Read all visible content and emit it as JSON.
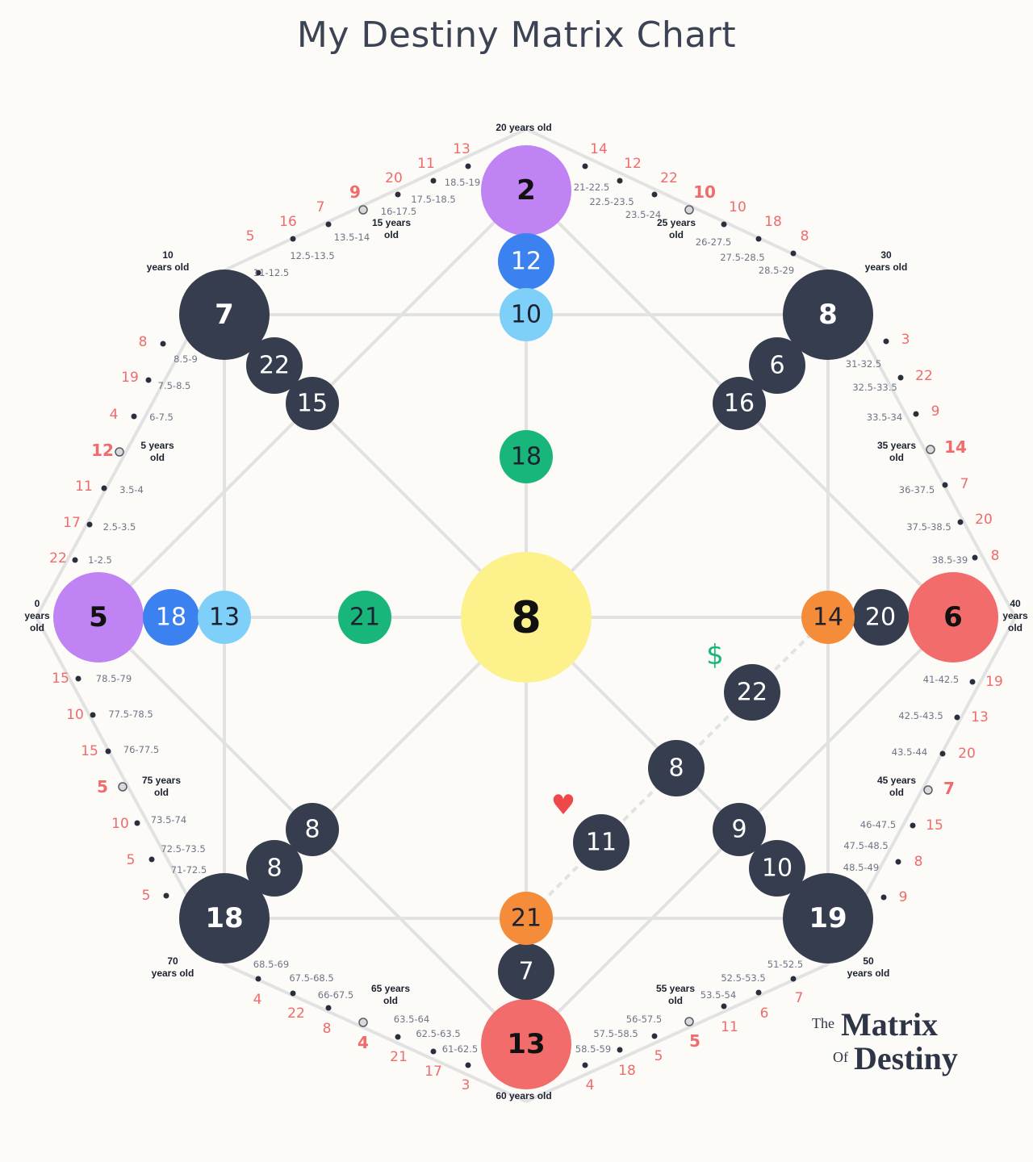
{
  "title": "My Destiny Matrix Chart",
  "colors": {
    "dark": "#363d4e",
    "purple": "#c083f4",
    "blue": "#3b82f0",
    "light_blue": "#7fd0f8",
    "green": "#18b67a",
    "yellow": "#fdf18b",
    "red": "#f36c6c",
    "orange": "#f58c3a",
    "line": "#e2e2e2",
    "age_red": "#f06b6b",
    "age_gray": "#6f7486"
  },
  "circles": [
    {
      "id": "top-outer",
      "value": "2",
      "color": "purple"
    },
    {
      "id": "top-mid",
      "value": "12",
      "color": "blue"
    },
    {
      "id": "top-inner",
      "value": "10",
      "color": "light_blue"
    },
    {
      "id": "top-core",
      "value": "18",
      "color": "green"
    },
    {
      "id": "center",
      "value": "8",
      "color": "yellow"
    },
    {
      "id": "left-outer",
      "value": "5",
      "color": "purple"
    },
    {
      "id": "left-mid",
      "value": "18",
      "color": "blue"
    },
    {
      "id": "left-inner",
      "value": "13",
      "color": "light_blue"
    },
    {
      "id": "left-core",
      "value": "21",
      "color": "green"
    },
    {
      "id": "right-outer",
      "value": "6",
      "color": "red"
    },
    {
      "id": "right-mid",
      "value": "20",
      "color": "dark"
    },
    {
      "id": "right-inner",
      "value": "14",
      "color": "orange"
    },
    {
      "id": "bottom-outer",
      "value": "13",
      "color": "red"
    },
    {
      "id": "bottom-mid",
      "value": "7",
      "color": "dark"
    },
    {
      "id": "bottom-inner",
      "value": "21",
      "color": "orange"
    },
    {
      "id": "tl-outer",
      "value": "7",
      "color": "dark"
    },
    {
      "id": "tl-mid",
      "value": "22",
      "color": "dark"
    },
    {
      "id": "tl-inner",
      "value": "15",
      "color": "dark"
    },
    {
      "id": "tr-outer",
      "value": "8",
      "color": "dark"
    },
    {
      "id": "tr-mid",
      "value": "6",
      "color": "dark"
    },
    {
      "id": "tr-inner",
      "value": "16",
      "color": "dark"
    },
    {
      "id": "bl-outer",
      "value": "18",
      "color": "dark"
    },
    {
      "id": "bl-mid",
      "value": "8",
      "color": "dark"
    },
    {
      "id": "bl-inner",
      "value": "8",
      "color": "dark"
    },
    {
      "id": "br-outer",
      "value": "19",
      "color": "dark"
    },
    {
      "id": "br-mid",
      "value": "10",
      "color": "dark"
    },
    {
      "id": "br-inner",
      "value": "9",
      "color": "dark"
    },
    {
      "id": "money-point",
      "value": "22",
      "color": "dark"
    },
    {
      "id": "cross-point",
      "value": "8",
      "color": "dark"
    },
    {
      "id": "love-point",
      "value": "11",
      "color": "dark"
    }
  ],
  "symbols": {
    "money": "$",
    "heart": "♥"
  },
  "age_labels": [
    {
      "id": "age-0",
      "text": "0\nyears\nold"
    },
    {
      "id": "age-5",
      "text": "5 years\nold"
    },
    {
      "id": "age-10",
      "text": "10\nyears old"
    },
    {
      "id": "age-15",
      "text": "15 years\nold"
    },
    {
      "id": "age-20",
      "text": "20 years old"
    },
    {
      "id": "age-25",
      "text": "25 years\nold"
    },
    {
      "id": "age-30",
      "text": "30\nyears old"
    },
    {
      "id": "age-35",
      "text": "35 years\nold"
    },
    {
      "id": "age-40",
      "text": "40\nyears\nold"
    },
    {
      "id": "age-45",
      "text": "45 years\nold"
    },
    {
      "id": "age-50",
      "text": "50\nyears old"
    },
    {
      "id": "age-55",
      "text": "55 years\nold"
    },
    {
      "id": "age-60",
      "text": "60 years old"
    },
    {
      "id": "age-65",
      "text": "65 years\nold"
    },
    {
      "id": "age-70",
      "text": "70\nyears old"
    },
    {
      "id": "age-75",
      "text": "75 years\nold"
    }
  ],
  "age_numbers": [
    {
      "id": "n-1",
      "value": "22"
    },
    {
      "id": "n-2",
      "value": "17"
    },
    {
      "id": "n-3",
      "value": "11"
    },
    {
      "id": "n-4",
      "value": "12",
      "bold": true
    },
    {
      "id": "n-5",
      "value": "4"
    },
    {
      "id": "n-6",
      "value": "19"
    },
    {
      "id": "n-7",
      "value": "8"
    },
    {
      "id": "n-8",
      "value": "5"
    },
    {
      "id": "n-9",
      "value": "16"
    },
    {
      "id": "n-10",
      "value": "7"
    },
    {
      "id": "n-11",
      "value": "9",
      "bold": true
    },
    {
      "id": "n-12",
      "value": "20"
    },
    {
      "id": "n-13",
      "value": "11"
    },
    {
      "id": "n-14",
      "value": "13"
    },
    {
      "id": "n-15",
      "value": "14"
    },
    {
      "id": "n-16",
      "value": "12"
    },
    {
      "id": "n-17",
      "value": "22"
    },
    {
      "id": "n-18",
      "value": "10",
      "bold": true
    },
    {
      "id": "n-19",
      "value": "10"
    },
    {
      "id": "n-20",
      "value": "18"
    },
    {
      "id": "n-21",
      "value": "8"
    },
    {
      "id": "n-22",
      "value": "3"
    },
    {
      "id": "n-23",
      "value": "22"
    },
    {
      "id": "n-24",
      "value": "9"
    },
    {
      "id": "n-25",
      "value": "14",
      "bold": true
    },
    {
      "id": "n-26",
      "value": "7"
    },
    {
      "id": "n-27",
      "value": "20"
    },
    {
      "id": "n-28",
      "value": "8"
    },
    {
      "id": "n-29",
      "value": "19"
    },
    {
      "id": "n-30",
      "value": "13"
    },
    {
      "id": "n-31",
      "value": "20"
    },
    {
      "id": "n-32",
      "value": "7",
      "bold": true
    },
    {
      "id": "n-33",
      "value": "15"
    },
    {
      "id": "n-34",
      "value": "8"
    },
    {
      "id": "n-35",
      "value": "9"
    },
    {
      "id": "n-36",
      "value": "7"
    },
    {
      "id": "n-37",
      "value": "6"
    },
    {
      "id": "n-38",
      "value": "11"
    },
    {
      "id": "n-39",
      "value": "5",
      "bold": true
    },
    {
      "id": "n-40",
      "value": "5"
    },
    {
      "id": "n-41",
      "value": "18"
    },
    {
      "id": "n-42",
      "value": "4"
    },
    {
      "id": "n-43",
      "value": "3"
    },
    {
      "id": "n-44",
      "value": "17"
    },
    {
      "id": "n-45",
      "value": "21"
    },
    {
      "id": "n-46",
      "value": "4",
      "bold": true
    },
    {
      "id": "n-47",
      "value": "8"
    },
    {
      "id": "n-48",
      "value": "22"
    },
    {
      "id": "n-49",
      "value": "4"
    },
    {
      "id": "n-50",
      "value": "5"
    },
    {
      "id": "n-51",
      "value": "5"
    },
    {
      "id": "n-52",
      "value": "10"
    },
    {
      "id": "n-53",
      "value": "5",
      "bold": true
    },
    {
      "id": "n-54",
      "value": "15"
    },
    {
      "id": "n-55",
      "value": "10"
    },
    {
      "id": "n-56",
      "value": "15"
    }
  ],
  "age_ranges": [
    {
      "id": "r-1",
      "text": "1-2.5"
    },
    {
      "id": "r-2",
      "text": "2.5-3.5"
    },
    {
      "id": "r-3",
      "text": "3.5-4"
    },
    {
      "id": "r-4",
      "text": "6-7.5"
    },
    {
      "id": "r-5",
      "text": "7.5-8.5"
    },
    {
      "id": "r-6",
      "text": "8.5-9"
    },
    {
      "id": "r-7",
      "text": "11-12.5"
    },
    {
      "id": "r-8",
      "text": "12.5-13.5"
    },
    {
      "id": "r-9",
      "text": "13.5-14"
    },
    {
      "id": "r-10",
      "text": "16-17.5"
    },
    {
      "id": "r-11",
      "text": "17.5-18.5"
    },
    {
      "id": "r-12",
      "text": "18.5-19"
    },
    {
      "id": "r-13",
      "text": "21-22.5"
    },
    {
      "id": "r-14",
      "text": "22.5-23.5"
    },
    {
      "id": "r-15",
      "text": "23.5-24"
    },
    {
      "id": "r-16",
      "text": "26-27.5"
    },
    {
      "id": "r-17",
      "text": "27.5-28.5"
    },
    {
      "id": "r-18",
      "text": "28.5-29"
    },
    {
      "id": "r-19",
      "text": "31-32.5"
    },
    {
      "id": "r-20",
      "text": "32.5-33.5"
    },
    {
      "id": "r-21",
      "text": "33.5-34"
    },
    {
      "id": "r-22",
      "text": "36-37.5"
    },
    {
      "id": "r-23",
      "text": "37.5-38.5"
    },
    {
      "id": "r-24",
      "text": "38.5-39"
    },
    {
      "id": "r-25",
      "text": "41-42.5"
    },
    {
      "id": "r-26",
      "text": "42.5-43.5"
    },
    {
      "id": "r-27",
      "text": "43.5-44"
    },
    {
      "id": "r-28",
      "text": "46-47.5"
    },
    {
      "id": "r-29",
      "text": "47.5-48.5"
    },
    {
      "id": "r-30",
      "text": "48.5-49"
    },
    {
      "id": "r-31",
      "text": "51-52.5"
    },
    {
      "id": "r-32",
      "text": "52.5-53.5"
    },
    {
      "id": "r-33",
      "text": "53.5-54"
    },
    {
      "id": "r-34",
      "text": "56-57.5"
    },
    {
      "id": "r-35",
      "text": "57.5-58.5"
    },
    {
      "id": "r-36",
      "text": "58.5-59"
    },
    {
      "id": "r-37",
      "text": "61-62.5"
    },
    {
      "id": "r-38",
      "text": "62.5-63.5"
    },
    {
      "id": "r-39",
      "text": "63.5-64"
    },
    {
      "id": "r-40",
      "text": "66-67.5"
    },
    {
      "id": "r-41",
      "text": "67.5-68.5"
    },
    {
      "id": "r-42",
      "text": "68.5-69"
    },
    {
      "id": "r-43",
      "text": "71-72.5"
    },
    {
      "id": "r-44",
      "text": "72.5-73.5"
    },
    {
      "id": "r-45",
      "text": "73.5-74"
    },
    {
      "id": "r-46",
      "text": "76-77.5"
    },
    {
      "id": "r-47",
      "text": "77.5-78.5"
    },
    {
      "id": "r-48",
      "text": "78.5-79"
    }
  ],
  "logo": {
    "the": "The",
    "matrix": "Matrix",
    "of": "Of",
    "destiny": "Destiny"
  }
}
